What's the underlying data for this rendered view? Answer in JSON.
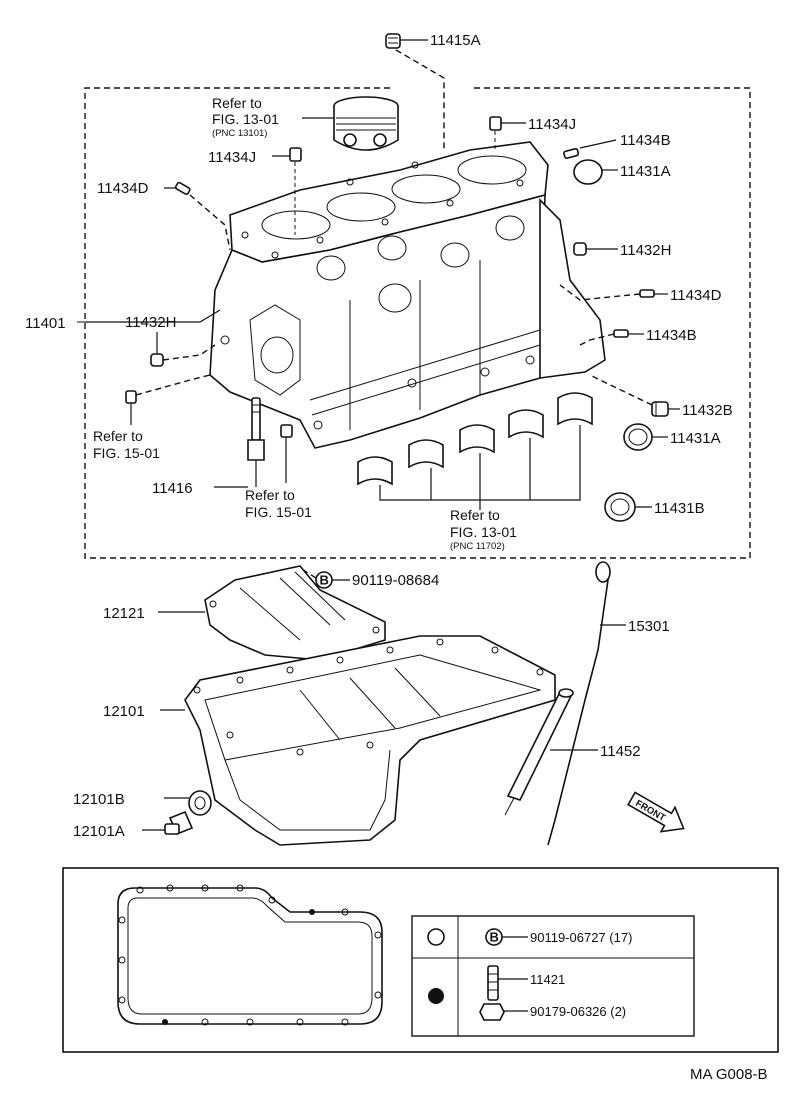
{
  "labels": {
    "p11415A": "11415A",
    "p11434J_right": "11434J",
    "p11434J_left": "11434J",
    "p11434B_top": "11434B",
    "p11431A_top": "11431A",
    "p11434D_left": "11434D",
    "p11432H_right": "11432H",
    "p11434D_right": "11434D",
    "p11401": "11401",
    "p11432H_left": "11432H",
    "p11434B_mid": "11434B",
    "p11432B": "11432B",
    "p11431A_mid": "11431A",
    "p11416": "11416",
    "p11431B": "11431B",
    "p90119_08684": "90119-08684",
    "p12121": "12121",
    "p15301": "15301",
    "p12101": "12101",
    "p11452": "11452",
    "p12101B": "12101B",
    "p12101A": "12101A"
  },
  "refs": {
    "piston_line1": "Refer to",
    "piston_line2": "FIG. 13-01",
    "piston_pnc": "(PNC 13101)",
    "fig15a_line1": "Refer to",
    "fig15a_line2": "FIG. 15-01",
    "fig15b_line1": "Refer to",
    "fig15b_line2": "FIG. 15-01",
    "bearing_line1": "Refer to",
    "bearing_line2": "FIG. 13-01",
    "bearing_pnc": "(PNC 11702)"
  },
  "bolt_marker": "B",
  "front_label": "FRONT",
  "legend": {
    "row1_marker": "B",
    "row1_text": "90119-06727 (17)",
    "row2a_text": "11421",
    "row2b_text": "90179-06326 (2)"
  },
  "figure_code": "MA G008-B"
}
